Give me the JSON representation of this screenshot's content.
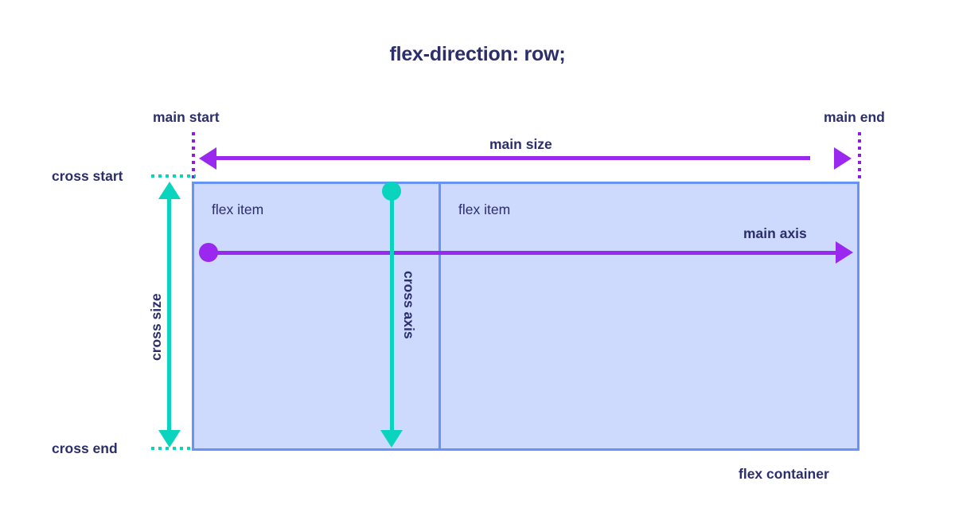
{
  "diagram": {
    "title": "flex-direction: row;",
    "theme": {
      "text_color": "#2C2E6B",
      "container_fill": "#CDD9FD",
      "container_border": "#6693F5",
      "main_axis_color": "#9A28EE",
      "cross_axis_color": "#0BD4BE",
      "background": "#ffffff"
    },
    "labels": {
      "main_start": "main start",
      "main_end": "main end",
      "main_size": "main size",
      "main_axis": "main axis",
      "cross_start": "cross start",
      "cross_end": "cross end",
      "cross_size": "cross size",
      "cross_axis": "cross axis",
      "flex_container": "flex container"
    },
    "container": {
      "items": [
        {
          "label": "flex item"
        },
        {
          "label": "flex item"
        }
      ]
    },
    "icons": {
      "main_size_arrow_left": "arrow-left-icon",
      "main_size_arrow_right": "arrow-right-icon",
      "main_axis_arrow": "arrow-right-icon",
      "cross_size_arrow_up": "arrow-up-icon",
      "cross_size_arrow_down": "arrow-down-icon",
      "cross_axis_arrow": "arrow-down-icon",
      "main_axis_origin": "dot-icon",
      "cross_axis_origin": "dot-icon"
    }
  }
}
